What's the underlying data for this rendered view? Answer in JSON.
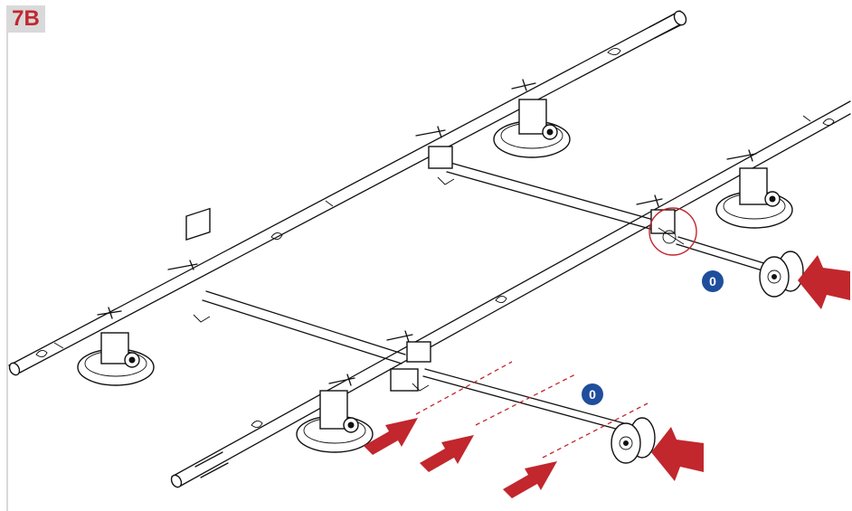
{
  "step": {
    "label": "7B"
  },
  "callouts": [
    {
      "label": "0"
    },
    {
      "label": "0"
    }
  ],
  "colors": {
    "accent_red": "#c1272d",
    "badge_blue": "#1f4e9c",
    "line": "#111111",
    "tag_background": "#d9d9d9"
  }
}
